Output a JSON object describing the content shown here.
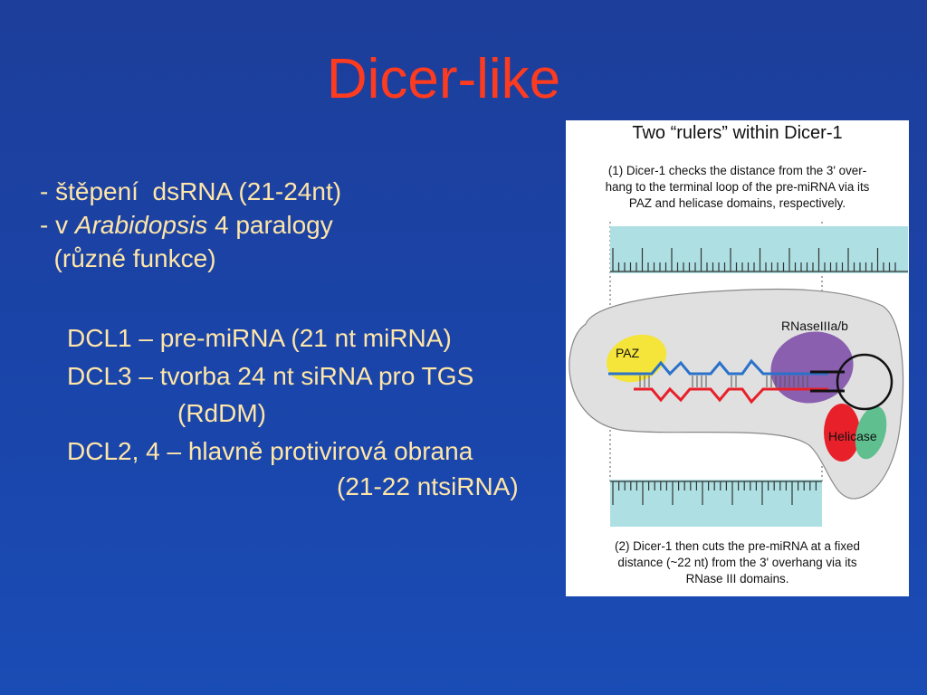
{
  "title": "Dicer-like",
  "bullets": [
    "- štěpení  dsRNA (21-24nt)",
    "- v ",
    "Arabidopsis",
    " 4 paralogy",
    "  (různé funkce)"
  ],
  "dcl": {
    "dcl1": "DCL1 – pre-miRNA (21 nt miRNA)",
    "dcl3": "DCL3 – tvorba 24 nt siRNA pro TGS",
    "dcl3_sub": "(RdDM)",
    "dcl24": "DCL2, 4 – hlavně protivirová obrana",
    "dcl24_sub": "(21-22 ntsiRNA)"
  },
  "figure": {
    "title": "Two “rulers” within Dicer-1",
    "caption_top": "(1) Dicer-1 checks the distance from the 3' over-\nhang to the terminal loop of the pre-miRNA via its\nPAZ and helicase domains, respectively.",
    "caption_bottom": "(2) Dicer-1 then cuts the pre-miRNA at a fixed\ndistance (~22 nt) from the 3' overhang via its\nRNase III domains.",
    "labels": {
      "paz": "PAZ",
      "rnase": "RNaseIIIa/b",
      "helicase": "Helicase"
    },
    "colors": {
      "ruler": "#aee0e3",
      "paz": "#f5e43a",
      "rnase": "#8a5fb0",
      "helicase_red": "#e8202a",
      "helicase_green": "#5fbf8f",
      "body": "#e0e0e0",
      "strand_blue": "#2a72c9",
      "strand_red": "#e8202a"
    }
  }
}
